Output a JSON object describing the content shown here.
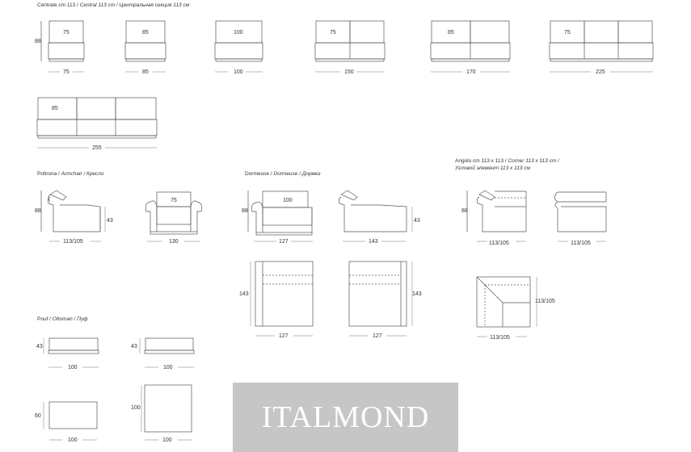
{
  "headings": {
    "central": {
      "it": "Centrale cm 113 / ",
      "en": "Central 113 cm / Центральная секция 113 см"
    },
    "armchair": {
      "it": "Poltrona / ",
      "en": "Armchair / Кресло"
    },
    "dormeuse": {
      "it": "Dormeuse / ",
      "en": "Dormeuse / Дормез"
    },
    "corner": {
      "it": "Angolo cm 113 x 113 / ",
      "en": "Corner 113 x 113 cm /",
      "en2": "Угловой элемент 113 x 113 см"
    },
    "pouf": {
      "it": "Pouf / ",
      "en": "Ottoman / Пуф"
    }
  },
  "central": {
    "height": "88",
    "seat_labels": [
      "75",
      "85",
      "100",
      "75",
      "85",
      "75",
      "85"
    ],
    "widths": [
      "75",
      "85",
      "100",
      "150",
      "170",
      "225",
      "255"
    ]
  },
  "armchair": {
    "height": "88",
    "seat_height": "43",
    "depth": "113/105",
    "seat_label": "75",
    "width": "130"
  },
  "dormeuse": {
    "height": "88",
    "seat_height": "43",
    "seat_label": "100",
    "width_front": "127",
    "depth_side": "143",
    "plan_depth_left": "143",
    "plan_depth_right": "143",
    "plan_width_left": "127",
    "plan_width_right": "127"
  },
  "corner": {
    "height": "88",
    "depth_left": "113/105",
    "depth_right": "113/105",
    "plan_depth": "113/105",
    "plan_width": "113/105"
  },
  "pouf": {
    "height_1": "43",
    "width_1": "100",
    "height_2": "43",
    "width_2": "100",
    "plan_depth_1": "60",
    "plan_width_1": "100",
    "plan_depth_2": "100",
    "plan_width_2": "100"
  },
  "watermark": "ITALMOND"
}
